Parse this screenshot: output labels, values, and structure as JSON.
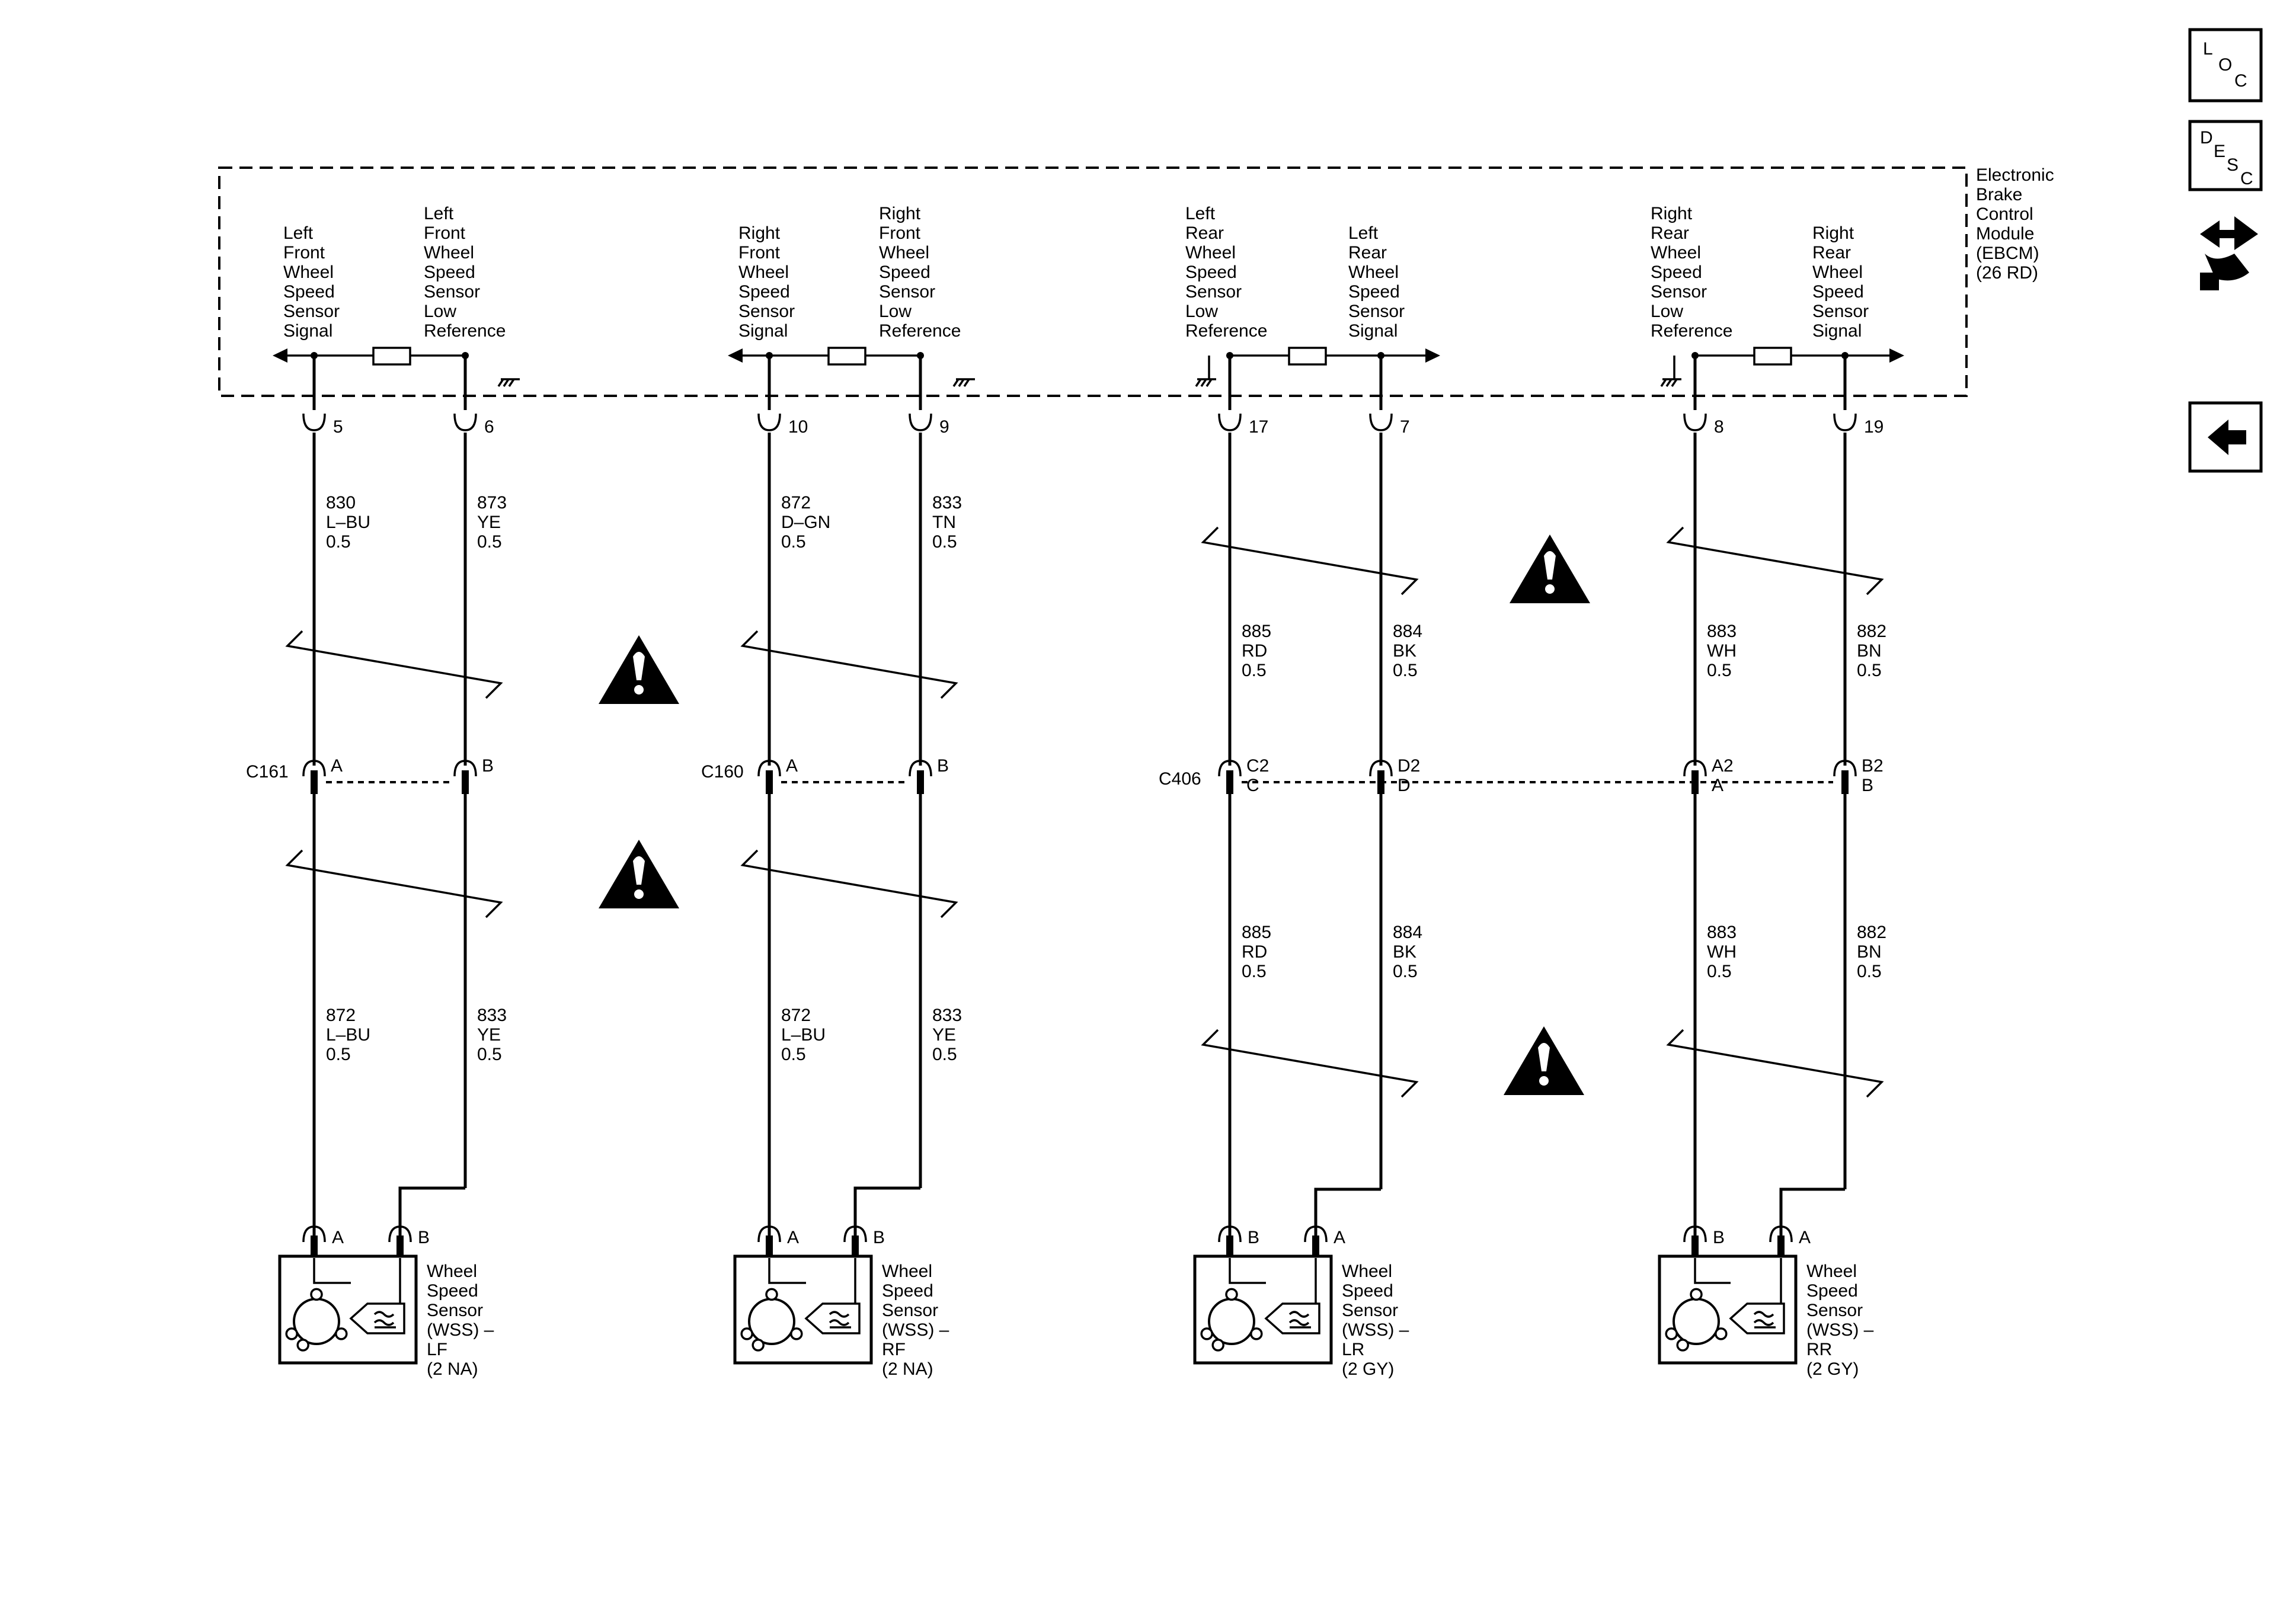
{
  "module": {
    "label_lines": [
      "Electronic",
      "Brake",
      "Control",
      "Module",
      "(EBCM)",
      "(26 RD)"
    ]
  },
  "circuits": [
    {
      "id": "lf",
      "module_pins": [
        {
          "label": [
            "Left",
            "Front",
            "Wheel",
            "Speed",
            "Sensor",
            "Signal"
          ],
          "pin": "5"
        },
        {
          "label": [
            "Left",
            "Front",
            "Wheel",
            "Speed",
            "Sensor",
            "Low",
            "Reference"
          ],
          "pin": "6"
        }
      ],
      "upper_wires": [
        [
          "830",
          "L–BU",
          "0.5"
        ],
        [
          "873",
          "YE",
          "0.5"
        ]
      ],
      "connector": {
        "name": "C161",
        "cavities": [
          [
            "A"
          ],
          [
            "B"
          ]
        ]
      },
      "lower_wires": [
        [
          "872",
          "L–BU",
          "0.5"
        ],
        [
          "833",
          "YE",
          "0.5"
        ]
      ],
      "sensor_pins": [
        "A",
        "B"
      ],
      "sensor_label": [
        "Wheel",
        "Speed",
        "Sensor",
        "(WSS) –",
        "LF",
        "(2 NA)"
      ]
    },
    {
      "id": "rf",
      "module_pins": [
        {
          "label": [
            "Right",
            "Front",
            "Wheel",
            "Speed",
            "Sensor",
            "Signal"
          ],
          "pin": "10"
        },
        {
          "label": [
            "Right",
            "Front",
            "Wheel",
            "Speed",
            "Sensor",
            "Low",
            "Reference"
          ],
          "pin": "9"
        }
      ],
      "upper_wires": [
        [
          "872",
          "D–GN",
          "0.5"
        ],
        [
          "833",
          "TN",
          "0.5"
        ]
      ],
      "connector": {
        "name": "C160",
        "cavities": [
          [
            "A"
          ],
          [
            "B"
          ]
        ]
      },
      "lower_wires": [
        [
          "872",
          "L–BU",
          "0.5"
        ],
        [
          "833",
          "YE",
          "0.5"
        ]
      ],
      "sensor_pins": [
        "A",
        "B"
      ],
      "sensor_label": [
        "Wheel",
        "Speed",
        "Sensor",
        "(WSS) –",
        "RF",
        "(2 NA)"
      ]
    },
    {
      "id": "lr",
      "module_pins": [
        {
          "label": [
            "Left",
            "Rear",
            "Wheel",
            "Speed",
            "Sensor",
            "Low",
            "Reference"
          ],
          "pin": "17"
        },
        {
          "label": [
            "Left",
            "Rear",
            "Wheel",
            "Speed",
            "Sensor",
            "Signal"
          ],
          "pin": "7"
        }
      ],
      "upper_wires": [
        [
          "885",
          "RD",
          "0.5"
        ],
        [
          "884",
          "BK",
          "0.5"
        ]
      ],
      "connector": {
        "name": "C406",
        "cavities": [
          [
            "C2",
            "C"
          ],
          [
            "D2",
            "D"
          ]
        ]
      },
      "lower_wires": [
        [
          "885",
          "RD",
          "0.5"
        ],
        [
          "884",
          "BK",
          "0.5"
        ]
      ],
      "sensor_pins": [
        "B",
        "A"
      ],
      "sensor_label": [
        "Wheel",
        "Speed",
        "Sensor",
        "(WSS) –",
        "LR",
        "(2 GY)"
      ]
    },
    {
      "id": "rr",
      "module_pins": [
        {
          "label": [
            "Right",
            "Rear",
            "Wheel",
            "Speed",
            "Sensor",
            "Low",
            "Reference"
          ],
          "pin": "8"
        },
        {
          "label": [
            "Right",
            "Rear",
            "Wheel",
            "Speed",
            "Sensor",
            "Signal"
          ],
          "pin": "19"
        }
      ],
      "upper_wires": [
        [
          "883",
          "WH",
          "0.5"
        ],
        [
          "882",
          "BN",
          "0.5"
        ]
      ],
      "connector": {
        "name": "",
        "cavities": [
          [
            "A2",
            "A"
          ],
          [
            "B2",
            "B"
          ]
        ]
      },
      "lower_wires": [
        [
          "883",
          "WH",
          "0.5"
        ],
        [
          "882",
          "BN",
          "0.5"
        ]
      ],
      "sensor_pins": [
        "B",
        "A"
      ],
      "sensor_label": [
        "Wheel",
        "Speed",
        "Sensor",
        "(WSS) –",
        "RR",
        "(2 GY)"
      ]
    }
  ],
  "nav": {
    "loc": [
      "L",
      "O",
      "C"
    ],
    "desc": [
      "D",
      "E",
      "S",
      "C"
    ],
    "connector_icon": "connector-end-view-icon",
    "back_icon": "back-arrow-icon"
  }
}
